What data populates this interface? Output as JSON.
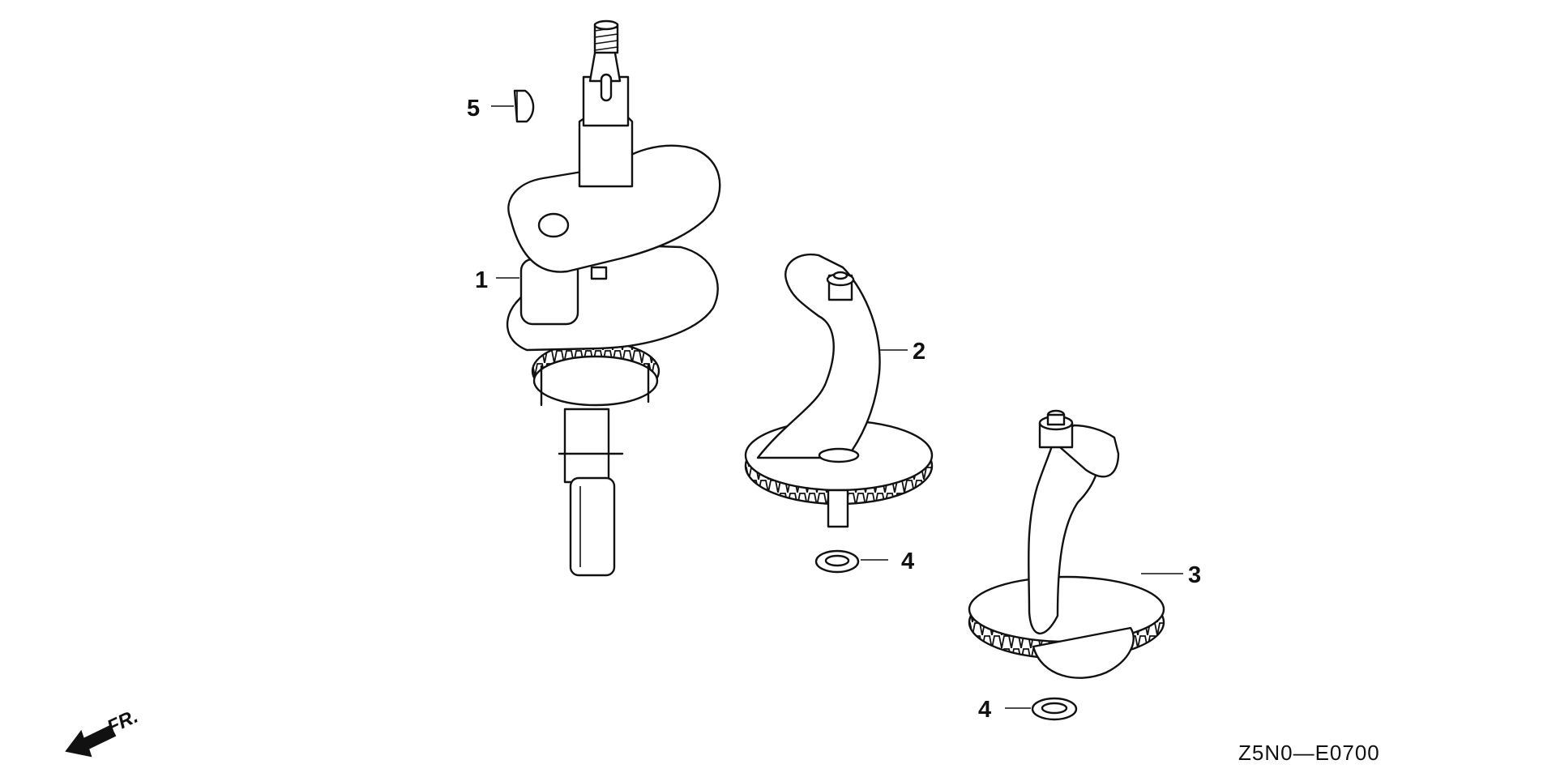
{
  "callouts": {
    "c1": "1",
    "c2": "2",
    "c3": "3",
    "c4a": "4",
    "c4b": "4",
    "c5": "5"
  },
  "direction": {
    "label": "FR."
  },
  "diagram_code": "Z5N0—E0700"
}
